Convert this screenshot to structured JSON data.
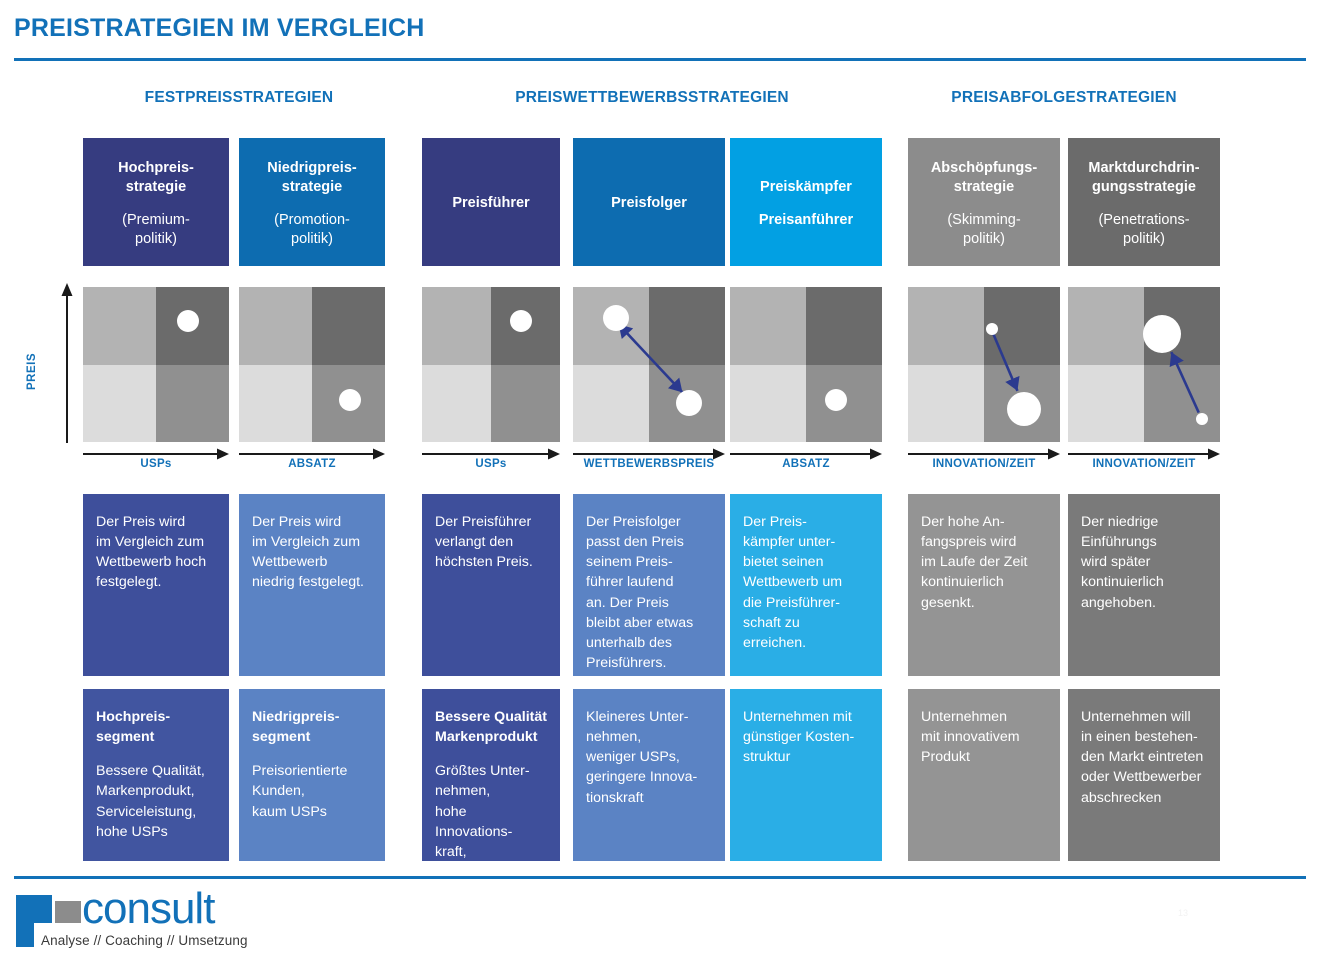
{
  "header": {
    "title": "PREISTRATEGIEN IM VERGLEICH",
    "accent_color": "#1271b8"
  },
  "groups": [
    {
      "label": "FESTPREISSTRATEGIEN"
    },
    {
      "label": "PREISWETTBEWERBSSTRATEGIEN"
    },
    {
      "label": "PREISABFOLGESTRATEGIEN"
    }
  ],
  "axis": {
    "y_label": "PREIS"
  },
  "columns": [
    {
      "key": "hochpreis",
      "color": "#363c80",
      "header_title": "Hochpreis-\nstrategie",
      "header_sub": "(Premium-\npolitik)",
      "x_label": "USPs",
      "description": "Der Preis wird\nim Vergleich zum\nWettbewerb hoch\nfestgelegt.",
      "segment_color": "#4155a0",
      "segment_title": "Hochpreis-\nsegment",
      "segment_body": "Bessere Qualität,\nMarkenprodukt,\nServiceleistung,\nhohe USPs"
    },
    {
      "key": "niedrigpreis",
      "color": "#0d6cb0",
      "header_title": "Niedrigpreis-\nstrategie",
      "header_sub": "(Promotion-\npolitik)",
      "x_label": "ABSATZ",
      "description": "Der Preis wird\nim Vergleich zum\nWettbewerb\nniedrig festgelegt.",
      "segment_color": "#5b83c4",
      "segment_title": "Niedrigpreis-\nsegment",
      "segment_body": "Preisorientierte\nKunden,\nkaum USPs"
    },
    {
      "key": "preisfuehrer",
      "color": "#363c80",
      "header_title": "Preisführer",
      "header_sub": "",
      "x_label": "USPs",
      "description": "Der Preisführer\nverlangt den\nhöchsten Preis.",
      "segment_color": "#3e4f9b",
      "segment_title": "Bessere Qualität\nMarkenprodukt",
      "segment_body": "Größtes Unter-\nnehmen,\nhohe Innovations-\nkraft,\nausgeprägte USPs"
    },
    {
      "key": "preisfolger",
      "color": "#0d6cb0",
      "header_title": "Preisfolger",
      "header_sub": "",
      "x_label": "WETTBEWERBSPREIS",
      "description": "Der Preisfolger\npasst den Preis\nseinem Preis-\nführer laufend\nan. Der Preis\nbleibt aber etwas\nunterhalb des\nPreisführers.",
      "segment_color": "#5b83c4",
      "segment_title": "",
      "segment_body": "Kleineres Unter-\nnehmen,\nweniger USPs,\ngeringere Innova-\ntionskraft"
    },
    {
      "key": "preiskaempfer",
      "color": "#02a0e3",
      "header_title": "Preiskämpfer",
      "header_sub": "Preisanführer",
      "x_label": "ABSATZ",
      "description": "Der Preis-\nkämpfer unter-\nbietet seinen\nWettbewerb um\ndie Preisführer-\nschaft zu\nerreichen.",
      "segment_color": "#2aaee6",
      "segment_title": "",
      "segment_body": "Unternehmen mit\ngünstiger Kosten-\nstruktur"
    },
    {
      "key": "abschoepfung",
      "color": "#8c8c8c",
      "header_title": "Abschöpfungs-\nstrategie",
      "header_sub": "(Skimming-\npolitik)",
      "x_label": "INNOVATION/ZEIT",
      "description": "Der hohe An-\nfangspreis wird\nim Laufe der Zeit\nkontinuierlich\ngesenkt.",
      "segment_color": "#949494",
      "segment_title": "",
      "segment_body": "Unternehmen\nmit innovativem\nProdukt"
    },
    {
      "key": "marktdurchdringung",
      "color": "#6b6b6b",
      "header_title": "Marktdurchdrin-\ngungsstrategie",
      "header_sub": "(Penetrations-\npolitik)",
      "x_label": "INNOVATION/ZEIT",
      "description": "Der niedrige\nEinführungs\nwird später\nkontinuierlich\nangehoben.",
      "segment_color": "#7a7a7a",
      "segment_title": "",
      "segment_body": "Unternehmen will\nin einen bestehen-\nden Markt eintreten\noder Wettbewerber\nabschrecken"
    }
  ],
  "chart_data": {
    "type": "scatter",
    "title": "PREISTRATEGIEN IM VERGLEICH",
    "ylabel": "PREIS",
    "quadrant_colors": {
      "top_left": "#b3b3b3",
      "top_right": "#6b6b6b",
      "bottom_left": "#dcdcdc",
      "bottom_right": "#909090"
    },
    "arrow_color": "#2b3a8f",
    "xlim": [
      0,
      1
    ],
    "ylim": [
      0,
      1
    ],
    "panels": [
      {
        "name": "hochpreis",
        "xlabel": "USPs",
        "points": [
          {
            "x": 0.72,
            "y": 0.78,
            "r": 11
          }
        ],
        "arrows": []
      },
      {
        "name": "niedrigpreis",
        "xlabel": "ABSATZ",
        "points": [
          {
            "x": 0.76,
            "y": 0.27,
            "r": 11
          }
        ],
        "arrows": []
      },
      {
        "name": "preisfuehrer",
        "xlabel": "USPs",
        "points": [
          {
            "x": 0.72,
            "y": 0.78,
            "r": 11
          }
        ],
        "arrows": []
      },
      {
        "name": "preisfolger",
        "xlabel": "WETTBEWERBSPREIS",
        "points": [
          {
            "x": 0.28,
            "y": 0.8,
            "r": 13
          },
          {
            "x": 0.76,
            "y": 0.25,
            "r": 13
          }
        ],
        "arrows": [
          {
            "x1": 0.3,
            "y1": 0.76,
            "x2": 0.72,
            "y2": 0.32,
            "double": true
          }
        ]
      },
      {
        "name": "preiskaempfer",
        "xlabel": "ABSATZ",
        "points": [
          {
            "x": 0.7,
            "y": 0.27,
            "r": 11
          }
        ],
        "arrows": []
      },
      {
        "name": "abschoepfung",
        "xlabel": "INNOVATION/ZEIT",
        "points": [
          {
            "x": 0.55,
            "y": 0.73,
            "r": 6
          },
          {
            "x": 0.76,
            "y": 0.21,
            "r": 17
          }
        ],
        "arrows": [
          {
            "x1": 0.56,
            "y1": 0.7,
            "x2": 0.72,
            "y2": 0.33,
            "double": false
          }
        ]
      },
      {
        "name": "marktdurchdringung",
        "xlabel": "INNOVATION/ZEIT",
        "points": [
          {
            "x": 0.62,
            "y": 0.7,
            "r": 19
          },
          {
            "x": 0.88,
            "y": 0.15,
            "r": 6
          }
        ],
        "arrows": [
          {
            "x1": 0.86,
            "y1": 0.19,
            "x2": 0.68,
            "y2": 0.58,
            "double": false
          }
        ]
      }
    ]
  },
  "footer": {
    "logo_word": "consult",
    "logo_tagline": "Analyse // Coaching // Umsetzung",
    "page_mark": "13"
  }
}
